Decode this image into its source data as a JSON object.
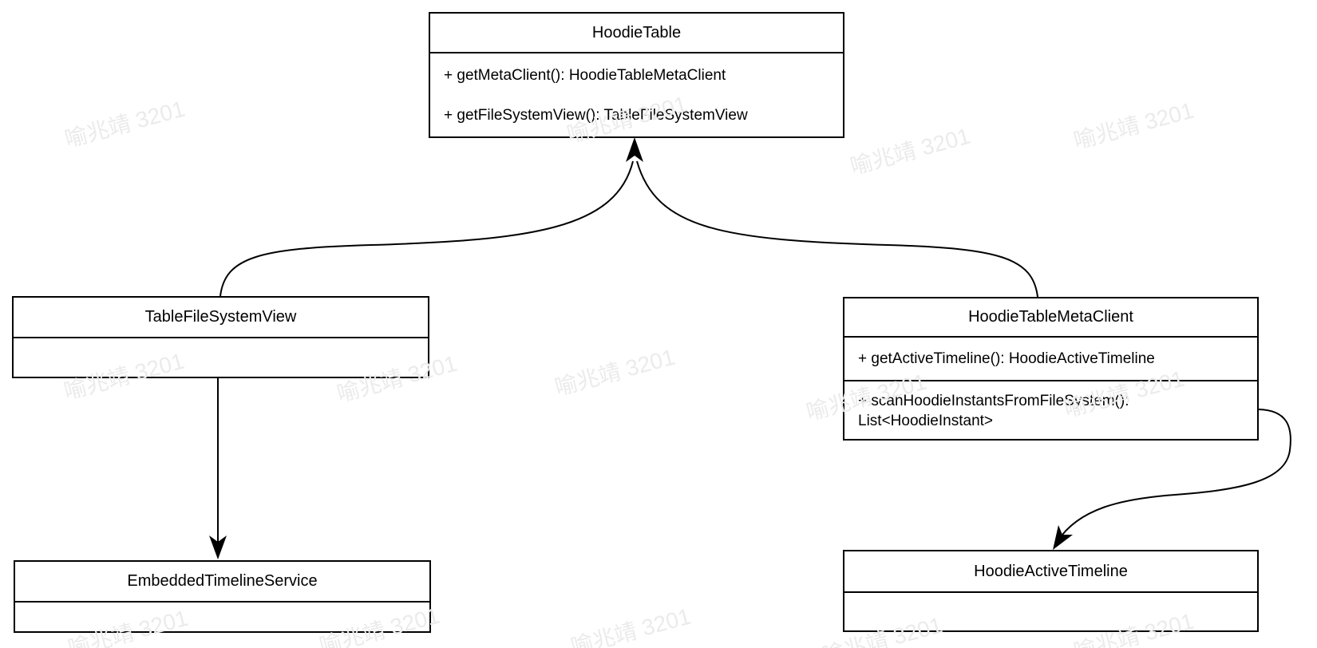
{
  "diagram": {
    "classes": {
      "hoodieTable": {
        "name": "HoodieTable",
        "methods": [
          "+ getMetaClient(): HoodieTableMetaClient",
          "+ getFileSystemView(): TableFileSystemView"
        ]
      },
      "tableFileSystemView": {
        "name": "TableFileSystemView",
        "methods": []
      },
      "hoodieTableMetaClient": {
        "name": "HoodieTableMetaClient",
        "methods": [
          "+ getActiveTimeline(): HoodieActiveTimeline",
          "+ scanHoodieInstantsFromFileSystem(): List<HoodieInstant>"
        ]
      },
      "embeddedTimelineService": {
        "name": "EmbeddedTimelineService",
        "methods": []
      },
      "hoodieActiveTimeline": {
        "name": "HoodieActiveTimeline",
        "methods": []
      }
    },
    "relations": [
      {
        "from": "TableFileSystemView",
        "to": "HoodieTable",
        "type": "arrow"
      },
      {
        "from": "HoodieTableMetaClient",
        "to": "HoodieTable",
        "type": "arrow"
      },
      {
        "from": "TableFileSystemView",
        "to": "EmbeddedTimelineService",
        "type": "arrow"
      },
      {
        "from": "HoodieTableMetaClient",
        "to": "HoodieActiveTimeline",
        "type": "arrow"
      }
    ]
  },
  "watermark": {
    "text": "喻兆靖 3201",
    "color": "#ebebeb"
  },
  "colors": {
    "background": "#ffffff",
    "stroke": "#000000",
    "text": "#000000"
  }
}
